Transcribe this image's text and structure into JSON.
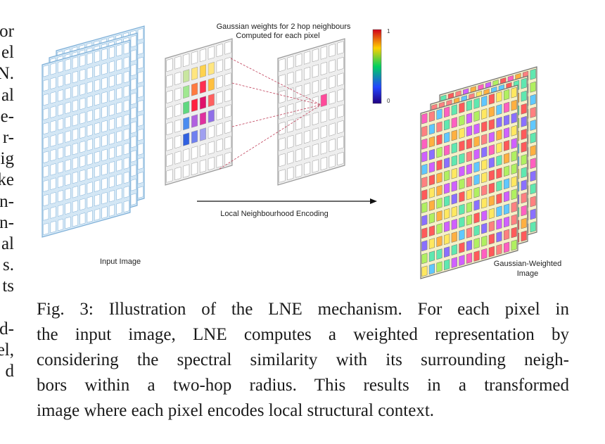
{
  "left_column_fragments": [
    "or",
    "el",
    "N.",
    "al",
    "e-",
    "r-",
    "ig",
    "ke",
    "n-",
    "n-",
    "al",
    "s.",
    "ts",
    "",
    "d-",
    "el,",
    "d"
  ],
  "figure": {
    "title_line1": "Gaussian weights for 2 hop neighbours",
    "title_line2": "Computed for each pixel",
    "colorbar": {
      "max_label": "1",
      "min_label": "0",
      "colors": [
        "#d1001a",
        "#ffd000",
        "#00d060",
        "#2244ff",
        "#200080"
      ]
    },
    "input_label": "Input Image",
    "arrow_label": "Local Neighbourhood Encoding",
    "output_label_line1": "Gaussian-Weighted",
    "output_label_line2": "Image"
  },
  "caption": {
    "lines": [
      "Fig. 3: Illustration of the LNE mechanism. For each pixel in",
      "the input image, LNE computes a weighted representation by",
      "considering the spectral similarity with its surrounding neigh-",
      "bors within a two-hop radius. This results in a transformed",
      "image where each pixel encodes local structural context."
    ]
  }
}
